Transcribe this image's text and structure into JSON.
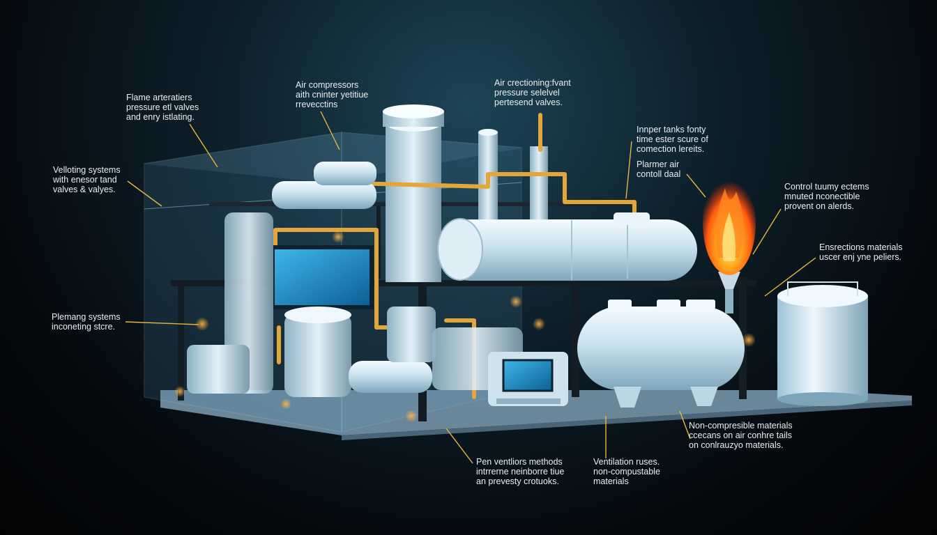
{
  "colors": {
    "background": "#05090d",
    "pipe": "#e2a63a",
    "leader": "#e8b73c",
    "tank": "#cfe6f2",
    "frame": "#141c24",
    "enclosure": "#7fb6d8",
    "screen": "#1e8fc8",
    "flame": "#ff7a1a"
  },
  "icons": {
    "flare": "flame-icon",
    "control_panel": "monitor-icon",
    "vessel": "tank-icon"
  },
  "labels": [
    {
      "id": "flame-arrestors",
      "lines": [
        "Flame arteratiers",
        "pressure etl valves",
        "and enry istlating."
      ]
    },
    {
      "id": "air-compressors",
      "lines": [
        "Air compressors",
        "aith cninter yetitiue",
        "rrevecctins"
      ]
    },
    {
      "id": "air-crectioning",
      "lines": [
        "Air crectioning:fvant",
        "pressure selelvel",
        "pertesend valves."
      ]
    },
    {
      "id": "inner-tanks",
      "lines": [
        "Innper tanks fonty",
        "time ester scure of",
        "comection lereits."
      ]
    },
    {
      "id": "plarmer-air",
      "lines": [
        "Plarmer   air",
        "contoll daal"
      ]
    },
    {
      "id": "venting-systems",
      "lines": [
        "Velloting systems",
        "with enesor tand",
        "valves & valyes."
      ]
    },
    {
      "id": "control-systems",
      "lines": [
        "Control tuumy ectems",
        "mnuted nconectible",
        "provent on alerds."
      ]
    },
    {
      "id": "ensrections-materials",
      "lines": [
        "Ensrections materials",
        "uscer enj yne peliers."
      ]
    },
    {
      "id": "plemang-systems",
      "lines": [
        "Plemang systems",
        "inconeting stcre."
      ]
    },
    {
      "id": "non-compressible",
      "lines": [
        "Non-compresible materials",
        "ccecans on air conhre tails",
        "on conlrauzyo materials."
      ]
    },
    {
      "id": "ventilation-methods",
      "lines": [
        "Pen ventliors methods",
        "intrrerne neinborre tiue",
        "an prevesty crotuoks."
      ]
    },
    {
      "id": "ventilation-ruses",
      "lines": [
        "Ventilation ruses.",
        "non-compustable",
        "materials"
      ]
    }
  ]
}
